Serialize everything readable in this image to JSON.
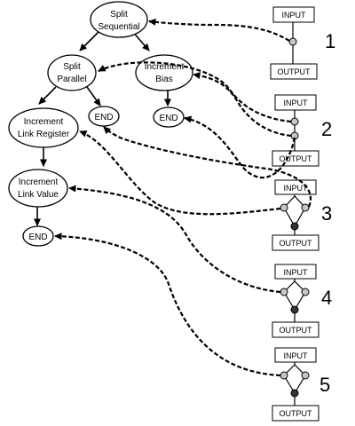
{
  "nodes": {
    "split_sequential": {
      "line1": "Split",
      "line2": "Sequential"
    },
    "split_parallel": {
      "line1": "Split",
      "line2": "Parallel"
    },
    "increment_bias": {
      "line1": "Increment",
      "line2": "Bias"
    },
    "increment_link_register": {
      "line1": "Increment",
      "line2": "Link Register"
    },
    "increment_link_value": {
      "line1": "Increment",
      "line2": "Link Value"
    },
    "end_label": "END"
  },
  "circuits": [
    {
      "number": "1",
      "input": "INPUT",
      "output": "OUTPUT"
    },
    {
      "number": "2",
      "input": "INPUT",
      "output": "OUTPUT"
    },
    {
      "number": "3",
      "input": "INPUT",
      "output": "OUTPUT"
    },
    {
      "number": "4",
      "input": "INPUT",
      "output": "OUTPUT"
    },
    {
      "number": "5",
      "input": "INPUT",
      "output": "OUTPUT"
    }
  ]
}
